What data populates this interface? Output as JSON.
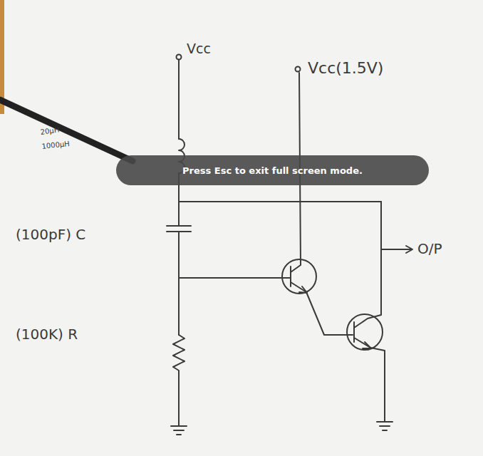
{
  "diagram": {
    "nodes": [
      {
        "text": [
          "Press Esc to exit full screen mode."
        ]
      }
    ],
    "labels": [
      "Vcc",
      "Vcc(1.5V)",
      "20μH",
      "1000μH",
      "(100pF) C",
      "(100K) R",
      "O/P"
    ]
  }
}
